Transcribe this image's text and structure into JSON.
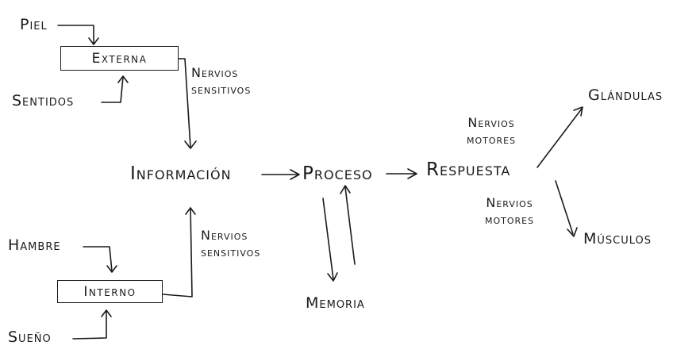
{
  "sources": {
    "piel": "Piel",
    "sentidos": "Sentidos",
    "hambre": "Hambre",
    "sueno": "Sueño"
  },
  "boxes": {
    "externa": "Externa",
    "interna": "Interno"
  },
  "nodes": {
    "informacion": "Información",
    "proceso": "Proceso",
    "respuesta": "Respuesta",
    "memoria": "Memoria",
    "glandulas": "Glándulas",
    "musculos": "Músculos"
  },
  "edge_labels": {
    "nervios_sensitivos_top": [
      "Nervios",
      "sensitivos"
    ],
    "nervios_sensitivos_bottom": [
      "Nervios",
      "sensitivos"
    ],
    "nervios_motores_top": [
      "Nervios",
      "motores"
    ],
    "nervios_motores_bottom": [
      "Nervios",
      "motores"
    ]
  },
  "stroke_color": "#1a1a1a"
}
